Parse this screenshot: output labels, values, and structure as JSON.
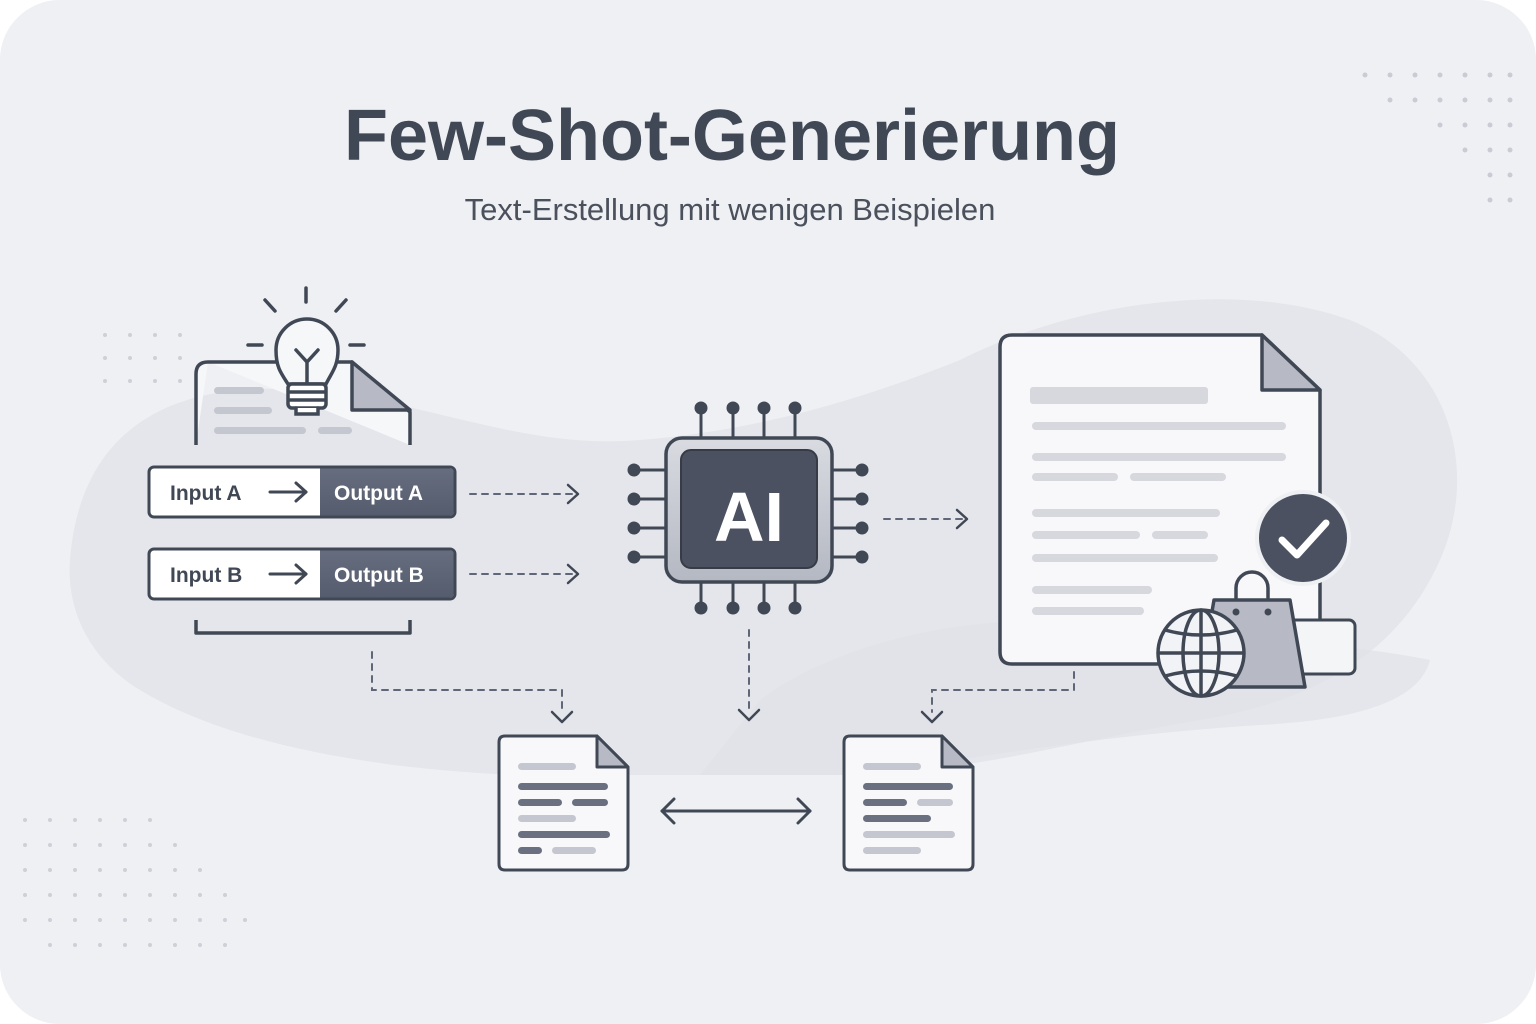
{
  "title": "Few-Shot-Generierung",
  "subtitle": "Text-Erstellung mit wenigen Beispielen",
  "examples": [
    {
      "input": "Input A",
      "output": "Output A"
    },
    {
      "input": "Input B",
      "output": "Output B"
    }
  ],
  "model_label": "AI",
  "icons": {
    "idea": "lightbulb-icon",
    "check": "checkmark-icon",
    "globe": "globe-icon",
    "bag": "shopping-bag-icon",
    "arrow": "arrow-right-icon",
    "compare": "double-arrow-icon"
  },
  "colors": {
    "background": "#eef0f4",
    "card": "#f5f6f9",
    "ink": "#414855",
    "accent": "#5f6678",
    "muted": "#b6b9c3",
    "line": "#cfd2d9"
  }
}
